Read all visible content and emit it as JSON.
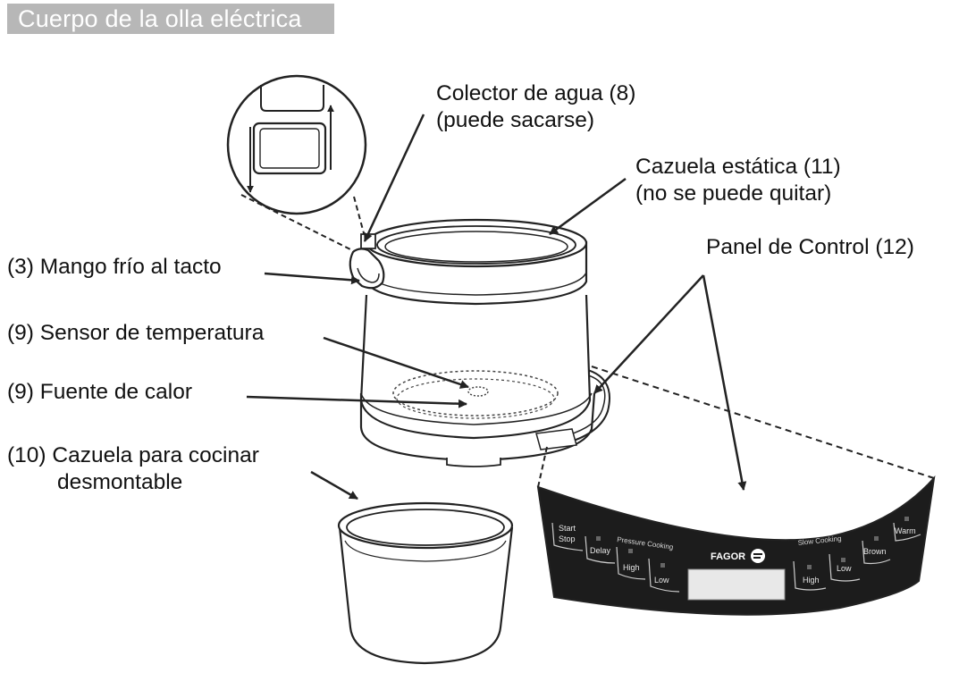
{
  "header": {
    "title": "Cuerpo de la olla eléctrica"
  },
  "labels": {
    "water_collector": [
      "Colector de agua (8)",
      "(puede sacarse)"
    ],
    "static_pot": [
      "Cazuela estática (11)",
      "(no se puede quitar)"
    ],
    "control_panel": "Panel de Control (12)",
    "cool_handle": "(3) Mango frío al tacto",
    "temp_sensor": "(9) Sensor de temperatura",
    "heat_source": "(9) Fuente de calor",
    "cooking_pot": [
      "(10) Cazuela para cocinar",
      "desmontable"
    ]
  },
  "panel": {
    "brand": "FAGOR",
    "start": "Start",
    "stop": "Stop",
    "delay": "Delay",
    "pressure_cooking": "Pressure Cooking",
    "pressure_high": "High",
    "pressure_low": "Low",
    "slow_cooking": "Slow Cooking",
    "slow_high": "High",
    "slow_low": "Low",
    "brown": "Brown",
    "warm": "Warm"
  },
  "colors": {
    "header_bg": "#b7b7b7",
    "panel_bg": "#1c1c1c",
    "line": "#222222"
  }
}
